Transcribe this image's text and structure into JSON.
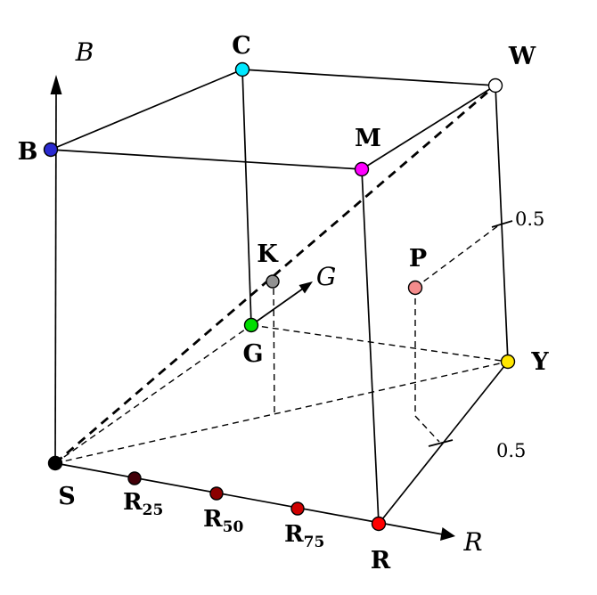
{
  "figure": {
    "description": "RGB color cube with labeled vertices, gray axis diagonal, interior points and red shades",
    "axis_labels": {
      "r": "R",
      "g": "G",
      "b": "B"
    },
    "tick_labels": {
      "top": "0.5",
      "bottom": "0.5"
    },
    "vertices": {
      "S": {
        "label": "S",
        "color": "#000000"
      },
      "R": {
        "label": "R",
        "color": "#ff0000"
      },
      "G": {
        "label": "G",
        "color": "#00dd00"
      },
      "B": {
        "label": "B",
        "color": "#2a2ad0"
      },
      "C": {
        "label": "C",
        "color": "#00e8ff"
      },
      "M": {
        "label": "M",
        "color": "#ff00ff"
      },
      "Y": {
        "label": "Y",
        "color": "#ffe600"
      },
      "W": {
        "label": "W",
        "color": "#ffffff"
      }
    },
    "interior_points": {
      "K": {
        "label": "K",
        "color": "#919191"
      },
      "P": {
        "label": "P",
        "color": "#f48c8c"
      }
    },
    "red_shades": [
      {
        "base": "R",
        "sub": "25",
        "color": "#420008"
      },
      {
        "base": "R",
        "sub": "50",
        "color": "#8b0000"
      },
      {
        "base": "R",
        "sub": "75",
        "color": "#cf0000"
      }
    ]
  }
}
